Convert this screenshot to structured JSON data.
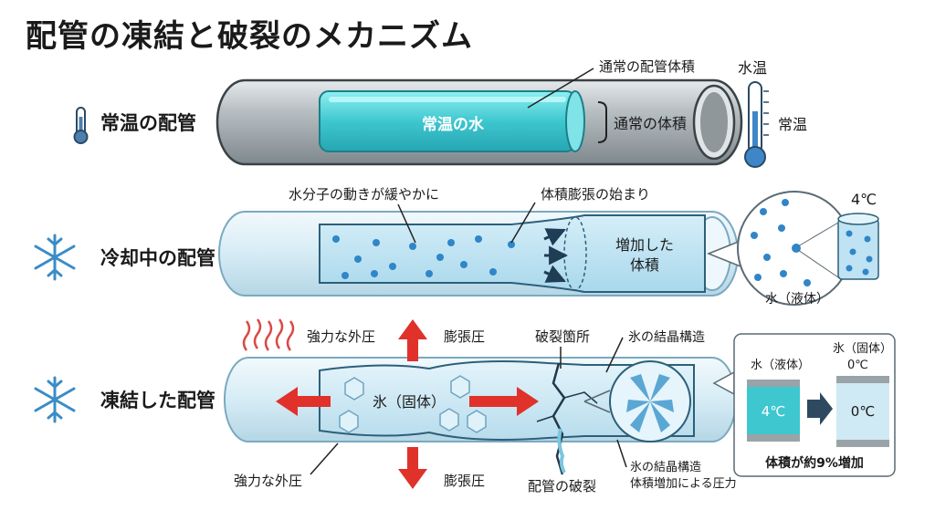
{
  "title": "配管の凍結と破裂のメカニズム",
  "rows": {
    "normal": {
      "label": "常温の配管",
      "water_label": "常温の水",
      "pipe_volume_label": "通常の配管体積",
      "volume_label": "通常の体積",
      "thermo_title": "水温",
      "thermo_label": "常温"
    },
    "cooling": {
      "label": "冷却中の配管",
      "molecule_label": "水分子の動きが緩やかに",
      "expansion_start_label": "体積膨張の始まり",
      "increased_label_1": "増加した",
      "increased_label_2": "体積",
      "inset_temp": "4℃",
      "inset_label": "水（液体）"
    },
    "frozen": {
      "label": "凍結した配管",
      "external_pressure_top": "強力な外圧",
      "expansion_pressure_top": "膨張圧",
      "burst_point": "破裂箇所",
      "crystal_top": "氷の結晶構造",
      "ice_label": "氷（固体）",
      "external_pressure_bottom": "強力な外圧",
      "expansion_pressure_bottom": "膨張圧",
      "pipe_burst": "配管の破裂",
      "crystal_bottom_1": "氷の結晶構造",
      "crystal_bottom_2": "体積増加による圧力"
    },
    "comparison": {
      "liquid_label": "水（液体）",
      "solid_label": "氷（固体）",
      "liquid_temp": "4℃",
      "solid_temp_top": "0℃",
      "solid_temp": "0℃",
      "caption": "体積が約9%増加"
    }
  },
  "colors": {
    "water": "#4fd0d6",
    "ice": "#cfeaf5",
    "pipe": "#9aa3a8",
    "arrow_red": "#e0312b",
    "molecule": "#2f86c9"
  }
}
